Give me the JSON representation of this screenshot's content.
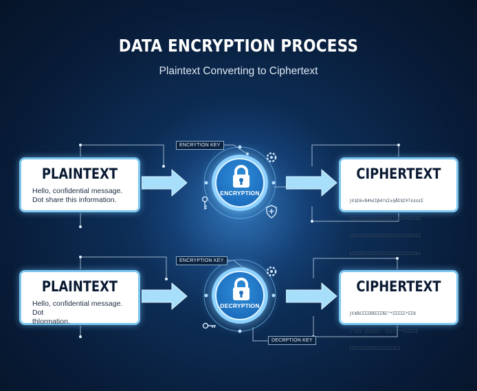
{
  "header": {
    "title": "DATA ENCRYPTION PROCESS",
    "subtitle": "Plaintext Converting to Ciphertext"
  },
  "rows": [
    {
      "plaintext": {
        "title": "PLAINTEXT",
        "lines": [
          "Hello, confidential message.",
          "Dot share this information."
        ]
      },
      "process": {
        "label": "ENCRYPTION",
        "icon": "lock-icon"
      },
      "key_label": "ENCRYTION KEY",
      "ciphertext": {
        "title": "CIPHERTEXT",
        "lines": [
          "j€$Σ6×ß4%€Σβ4?¢Σ±§ÅΣ$Σ¥7¢¢¢¢Σ",
          "ΣΣΣΣΣΣΣΣ6Σ€ΣΣΣ6ΣΣΣΣΣΣΣ¥ΣΣΣΣΣ",
          "¢ΣΣΣΣΣΣΣΣΣΣΣΣΣΣΣΣΣΣΣΣΣΣΣΣΣΣΣ",
          "§ΣΣΣΣΣΣΣΣΣΣΣΣΣΣΣΣΣΣΣΣΣΣΣΣΣ‰1"
        ]
      }
    },
    {
      "plaintext": {
        "title": "PLAINTEXT",
        "lines": [
          "Hello, confidential message. Dot",
          "thlormation."
        ]
      },
      "process": {
        "label": "DECRYPTION",
        "icon": "lock-icon"
      },
      "key_label": "ENCRYPTION KEY",
      "key_label_2": "DECRPTION KEY",
      "ciphertext": {
        "title": "CIPHERTEXT",
        "lines": [
          "j€$ß€ΣΣΣßßΣΣΣßΣ\"*ΣΣΣΣΣ*ΣΣ8",
          "[\"ΣΣΣ ƒΣΣΣΣΣ\" ΣΣΣΣ \"*ΣΣΣΣΣΣ",
          "ΣΣΣΣΣΣΣΣΣΣΣΣΣΣΣΣΣΣΣ3"
        ]
      }
    }
  ],
  "colors": {
    "accent": "#7cc6ef",
    "arrow": "#9fdcfb",
    "circle": "#1d6fbf"
  }
}
